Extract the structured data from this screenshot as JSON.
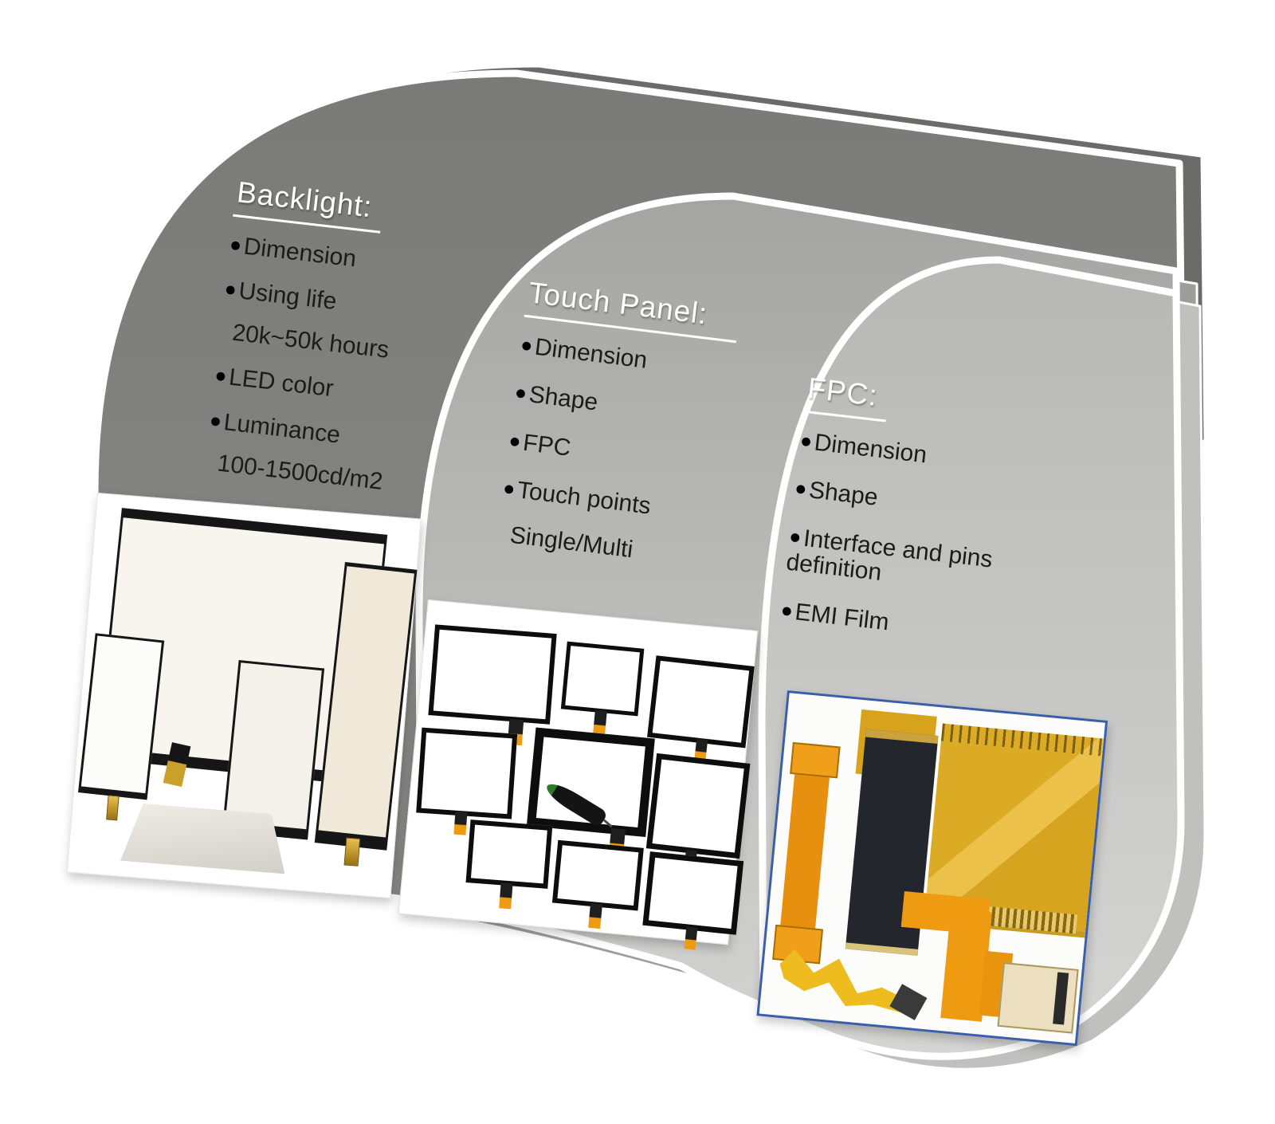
{
  "sections": {
    "backlight": {
      "title": "Backlight:",
      "items": [
        {
          "text": "Dimension",
          "sub": false
        },
        {
          "text": "Using life",
          "sub": false
        },
        {
          "text": "20k~50k hours",
          "sub": true
        },
        {
          "text": "LED color",
          "sub": false
        },
        {
          "text": "Luminance",
          "sub": false
        },
        {
          "text": "100-1500cd/m2",
          "sub": true
        }
      ]
    },
    "touch_panel": {
      "title": "Touch Panel:",
      "items": [
        {
          "text": "Dimension",
          "sub": false
        },
        {
          "text": "Shape",
          "sub": false
        },
        {
          "text": "FPC",
          "sub": false
        },
        {
          "text": "Touch points",
          "sub": false
        },
        {
          "text": "Single/Multi",
          "sub": true
        }
      ]
    },
    "fpc": {
      "title": "FPC:",
      "items": [
        {
          "text": "Dimension",
          "sub": false
        },
        {
          "text": "Shape",
          "sub": false
        },
        {
          "text": "Interface and pins definition",
          "sub": false
        },
        {
          "text": "EMI Film",
          "sub": false
        }
      ]
    }
  },
  "glyphs": {
    "bullet": "●"
  },
  "colors": {
    "backlight_slab": "#7d7d7b",
    "backlight_slab_side": "#6b6b69",
    "touch_slab_top": "#a4a4a2",
    "touch_slab_bottom": "#d3d3d1",
    "touch_slab_side": "#9d9d9b",
    "fpc_slab_top": "#b7b7b5",
    "fpc_slab_bottom": "#d5d5d3",
    "fpc_slab_side": "#c0c0be",
    "outline_white": "#ffffff",
    "body_text": "#1b1b1b",
    "fpc_photo_border_blue": "#3a5fa8",
    "flex_orange": "#ef9b12",
    "flex_gold": "#dcab25",
    "connector_gold": "#caa02a",
    "chip_dark": "#23262c",
    "stylus_green": "#2c7a2c"
  }
}
